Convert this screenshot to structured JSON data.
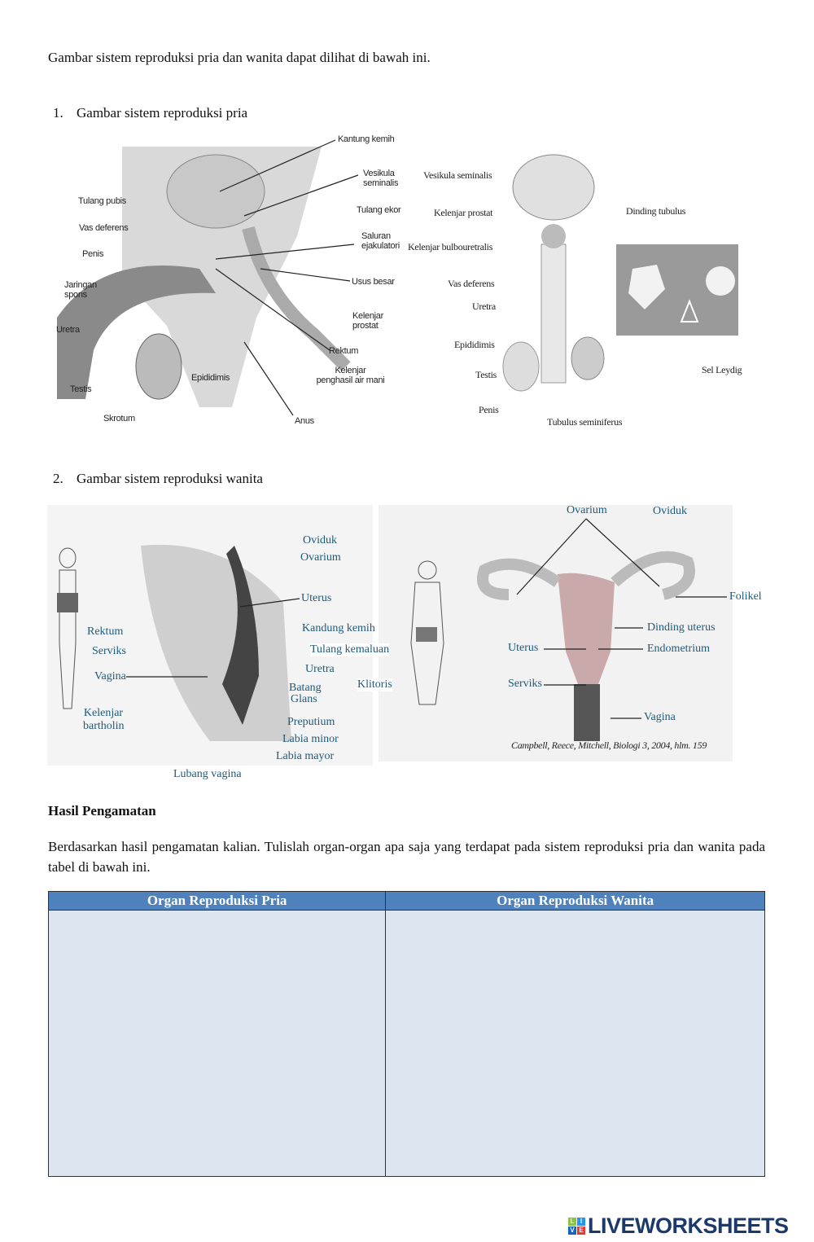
{
  "intro": "Gambar sistem reproduksi pria dan wanita dapat dilihat di bawah ini.",
  "section1": {
    "number": "1.",
    "title": "Gambar sistem reproduksi pria",
    "left_labels": [
      "Kantung kemih",
      "Vesikula seminalis",
      "Tulang ekor",
      "Saluran ejakulatori",
      "Usus besar",
      "Kelenjar prostat",
      "Rektum",
      "Kelenjar penghasil air mani",
      "Anus",
      "Skrotum",
      "Epididimis",
      "Testis",
      "Uretra",
      "Jaringan spons",
      "Penis",
      "Vas deferens",
      "Tulang pubis"
    ],
    "right_labels": [
      "Vesikula seminalis",
      "Kelenjar prostat",
      "Kelenjar bulbouretralis",
      "Vas deferens",
      "Uretra",
      "Epididimis",
      "Testis",
      "Penis",
      "Tubulus seminiferus",
      "Dinding tubulus",
      "Sel Leydig"
    ]
  },
  "section2": {
    "number": "2.",
    "title": "Gambar sistem reproduksi wanita",
    "left_labels": [
      "Oviduk",
      "Ovarium",
      "Uterus",
      "Kandung kemih",
      "Tulang kemaluan",
      "Uretra",
      "Batang",
      "Glans",
      "Klitoris",
      "Preputium",
      "Labia minor",
      "Labia mayor",
      "Lubang vagina",
      "Kelenjar bartholin",
      "Vagina",
      "Serviks",
      "Rektum"
    ],
    "right_labels": [
      "Ovarium",
      "Oviduk",
      "Folikel",
      "Dinding uterus",
      "Endometrium",
      "Uterus",
      "Serviks",
      "Vagina"
    ],
    "citation": "Campbell, Reece, Mitchell, Biologi 3, 2004, hlm. 159"
  },
  "results": {
    "heading": "Hasil Pengamatan",
    "instruction": "Berdasarkan hasil pengamatan kalian. Tulislah organ-organ apa saja yang terdapat pada sistem reproduksi pria dan wanita pada tabel di bawah ini.",
    "table": {
      "headers": [
        "Organ Reproduksi Pria",
        "Organ Reproduksi Wanita"
      ],
      "header_color": "#4f81bd",
      "cell_color": "#dce6f1"
    }
  },
  "logo": {
    "text": "LIVEWORKSHEETS",
    "tiles": [
      "L",
      "I",
      "V",
      "E"
    ]
  }
}
